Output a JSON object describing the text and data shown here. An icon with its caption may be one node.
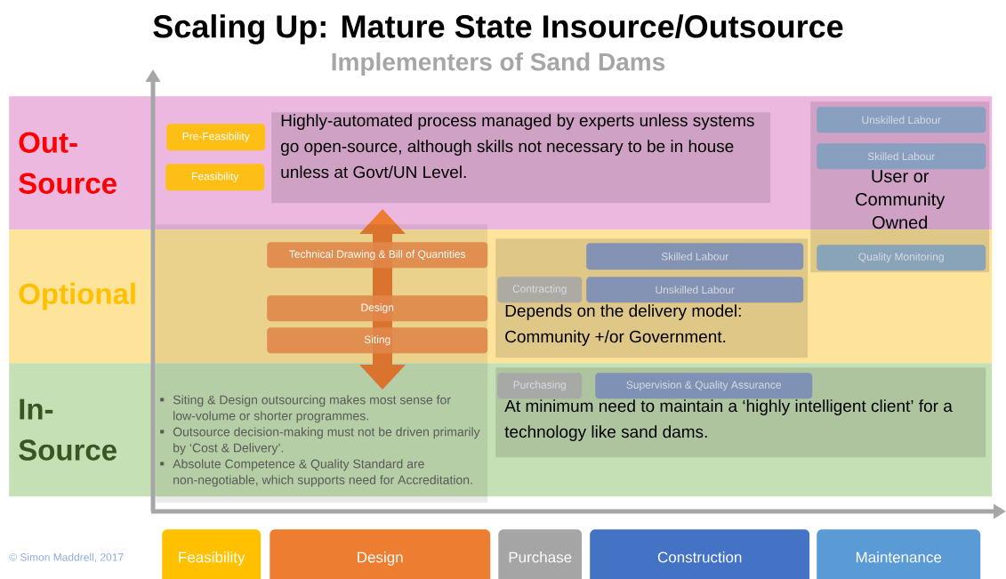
{
  "diagram": {
    "title": "Scaling Up: Mature State Insource/Outsource",
    "nodes": [
      {
        "text": [
          "Out- Source"
        ]
      },
      {
        "text": [
          "Optional"
        ]
      },
      {
        "text": [
          "In- Source"
        ]
      },
      {
        "text": [
          "Pre-Feasibility"
        ],
        "in": 0
      },
      {
        "text": [
          "Feasibility"
        ],
        "in": 0
      },
      {
        "text": [
          "Highly-automated process managed by experts unless systems go open-source, although skills not necessary to be in house unless at Govt/UN Level."
        ],
        "in": 0
      },
      {
        "text": [
          "User or Community Owned"
        ]
      },
      {
        "text": [
          "Unskilled Labour"
        ]
      },
      {
        "text": [
          "Skilled Labour"
        ]
      },
      {
        "text": [
          "Quality Monitoring"
        ]
      },
      {
        "text": [
          "Siting & Design outsourcing makes most sense for low-volume or shorter programmes.",
          "Outsource decision-making must not be driven primarily by ‘Cost & Delivery’.",
          "Absolute Competence & Quality Standard are non-negotiable, which supports need for Accreditation."
        ]
      },
      {
        "text": [
          "Technical Drawing & Bill of Quantities"
        ]
      },
      {
        "text": [
          "Design"
        ]
      },
      {
        "text": [
          "Siting"
        ]
      },
      {
        "text": [
          "Depends on the delivery model: Community +/or Government."
        ],
        "in": 1
      },
      {
        "text": [
          "Skilled Labour"
        ],
        "in": 14
      },
      {
        "text": [
          "Contracting"
        ],
        "in": 14
      },
      {
        "text": [
          "Unskilled Labour"
        ],
        "in": 14
      },
      {
        "text": [
          "At minimum need to maintain a ‘highly intelligent client’ for a technology like sand dams."
        ],
        "in": 2
      },
      {
        "text": [
          "Purchasing"
        ],
        "in": 18
      },
      {
        "text": [
          "Supervision & Quality Assurance"
        ],
        "in": 18
      },
      {
        "text": [
          "Feasibility"
        ]
      },
      {
        "text": [
          "Design"
        ]
      },
      {
        "text": [
          "Purchase"
        ]
      },
      {
        "text": [
          "Construction"
        ]
      },
      {
        "text": [
          "Maintenance"
        ]
      }
    ],
    "labels": [
      "Implementers of Sand Dams",
      "© Simon Maddrell, 2017"
    ]
  }
}
